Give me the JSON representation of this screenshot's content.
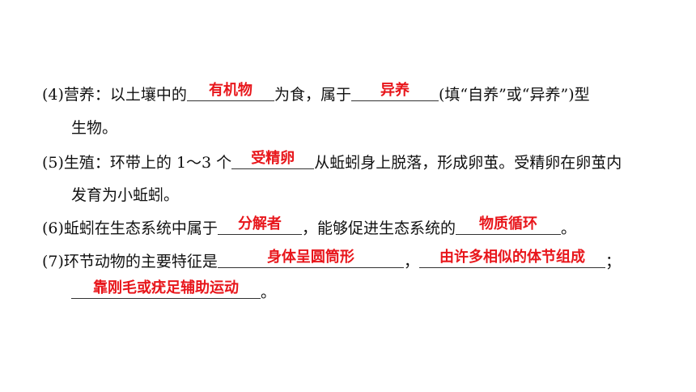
{
  "q4": {
    "num": "(4)",
    "a": "营养：以土壤中的",
    "ans1": "有机物",
    "b": "为食，属于",
    "ans2": "异养",
    "c": "(填“自养”或“异养”)型",
    "cont": "生物。"
  },
  "q5": {
    "num": "(5)",
    "a": "生殖：环带上的 1～3 个",
    "ans1": "受精卵",
    "b": "从蚯蚓身上脱落，形成卵茧。受精卵在卵茧内",
    "cont": "发育为小蚯蚓。"
  },
  "q6": {
    "num": "(6)",
    "a": "蚯蚓在生态系统中属于",
    "ans1": "分解者",
    "b": "，能够促进生态系统的",
    "ans2": "物质循环",
    "c": "。"
  },
  "q7": {
    "num": "(7)",
    "a": "环节动物的主要特征是",
    "ans1": "身体呈圆筒形",
    "b": "，",
    "ans2": "由许多相似的体节组成",
    "c": "；",
    "ans3": "靠刚毛或疣足辅助运动",
    "d": "。"
  }
}
